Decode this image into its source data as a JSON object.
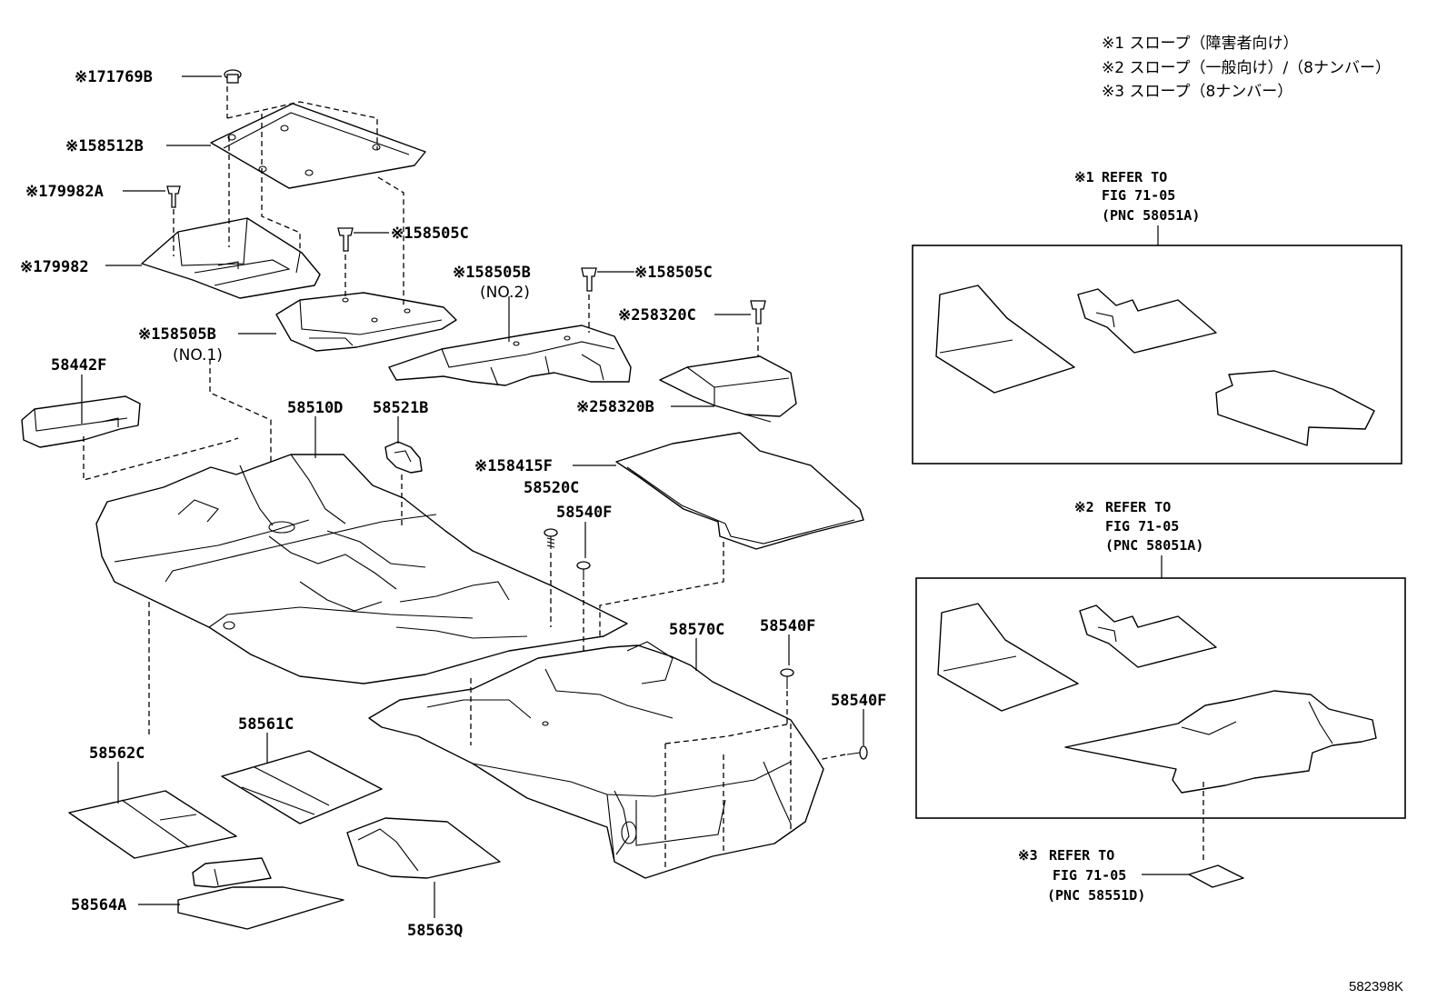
{
  "notes": [
    "※1 スロープ（障害者向け）",
    "※2 スロープ（一般向け）/（8ナンバー）",
    "※3 スロープ（8ナンバー）"
  ],
  "parts": {
    "p171769B": "※171769B",
    "p158512B": "※158512B",
    "p179982A": "※179982A",
    "p179982": "※179982",
    "p158505C_a": "※158505C",
    "p158505B_no2": "※158505B",
    "p158505B_no2_sub": "(NO.2)",
    "p158505C_b": "※158505C",
    "p258320C": "※258320C",
    "p158505B_no1": "※158505B",
    "p158505B_no1_sub": "(NO.1)",
    "p258320B": "※258320B",
    "p58442F": "58442F",
    "p58510D": "58510D",
    "p58521B": "58521B",
    "p158415F": "※158415F",
    "p58520C": "58520C",
    "p58540F_a": "58540F",
    "p58570C": "58570C",
    "p58540F_b": "58540F",
    "p58540F_c": "58540F",
    "p58561C": "58561C",
    "p58562C": "58562C",
    "p58564A": "58564A",
    "p58563Q": "58563Q"
  },
  "references": [
    {
      "mark": "※1",
      "line1": "REFER TO",
      "line2": "FIG 71-05",
      "line3": "(PNC 58051A)"
    },
    {
      "mark": "※2",
      "line1": "REFER TO",
      "line2": "FIG 71-05",
      "line3": "(PNC 58051A)"
    },
    {
      "mark": "※3",
      "line1": "REFER TO",
      "line2": "FIG 71-05",
      "line3": "(PNC 58551D)"
    }
  ],
  "diagram_code": "582398K"
}
